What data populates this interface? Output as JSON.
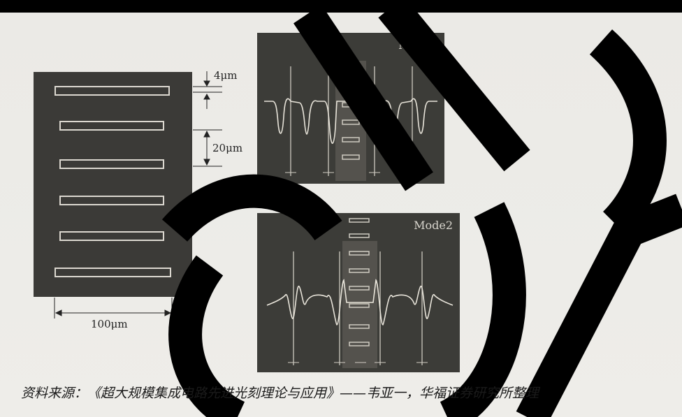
{
  "figure": {
    "left": {
      "gap_label": "4μm",
      "pitch_label": "20μm",
      "width_label": "100μm"
    },
    "panels": [
      {
        "label": "Mode1"
      },
      {
        "label": "Mode2"
      }
    ]
  },
  "caption": "资料来源：《超大规模集成电路先进光刻理论与应用》——韦亚一，华福证券研究所整理"
}
